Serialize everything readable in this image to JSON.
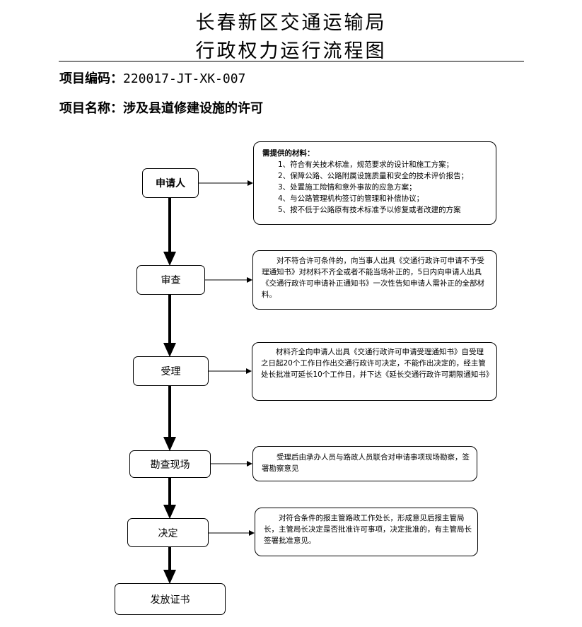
{
  "header": {
    "title_line1": "长春新区交通运输局",
    "title_line2": "行政权力运行流程图",
    "code_label": "项目编码：",
    "code_value": "220017-JT-XK-007",
    "name_label": "项目名称：",
    "name_value": "涉及县道修建设施的许可"
  },
  "steps": [
    {
      "id": "applicant",
      "label": "申请人"
    },
    {
      "id": "review",
      "label": "审查"
    },
    {
      "id": "accept",
      "label": "受理"
    },
    {
      "id": "survey",
      "label": "勘查现场"
    },
    {
      "id": "decide",
      "label": "决定"
    },
    {
      "id": "issue",
      "label": "发放证书"
    }
  ],
  "notes": {
    "materials": {
      "heading": "需提供的材料：",
      "items": [
        "1、符合有关技术标准，规范要求的设计和施工方案；",
        "2、保障公路、公路附属设施质量和安全的技术评价报告；",
        "3、处置施工险情和意外事故的应急方案；",
        "4、与公路管理机构签订的管理和补偿协议；",
        "5、按不低于公路原有技术标准予以修复或者改建的方案"
      ]
    },
    "review": "对不符合许可条件的，向当事人出具《交通行政许可申请不予受理通知书》对材料不齐全或者不能当场补正的，5日内向申请人出具《交通行政许可申请补正通知书》一次性告知申请人需补正的全部材料。",
    "accept": "材料齐全向申请人出具《交通行政许可申请受理通知书》自受理之日起20个工作日作出交通行政许可决定，不能作出决定的，经主管处长批准可延长10个工作日，并下达《延长交通行政许可期限通知书》",
    "survey": "受理后由承办人员与路政人员联合对申请事项现场勘察，签署勘察意见",
    "decide": "对符合条件的报主管路政工作处长，形成意见后报主管局长，主管局长决定是否批准许可事项，决定批准的，有主管局长签署批准意见。"
  }
}
